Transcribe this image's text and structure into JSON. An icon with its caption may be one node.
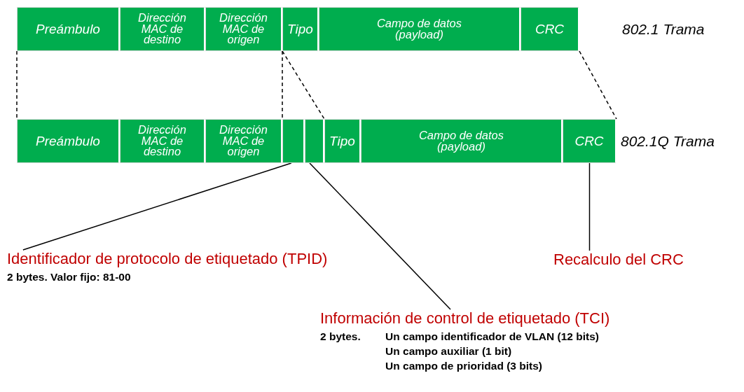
{
  "diagram": {
    "nodes": [
      {
        "text": [
          "Preámbulo"
        ]
      },
      {
        "text": [
          "Dirección MAC de destino"
        ]
      },
      {
        "text": [
          "Dirección MAC de origen"
        ]
      },
      {
        "text": [
          "Tipo"
        ]
      },
      {
        "text": [
          "Campo de datos (payload)"
        ]
      },
      {
        "text": [
          "CRC"
        ]
      },
      {
        "text": [
          "Preámbulo"
        ]
      },
      {
        "text": [
          "Dirección MAC de destino"
        ]
      },
      {
        "text": [
          "Dirección MAC de origen"
        ]
      },
      {
        "text": [],
        "shape": "box"
      },
      {
        "text": [],
        "shape": "box"
      },
      {
        "text": [
          "Tipo"
        ]
      },
      {
        "text": [
          "Campo de datos (payload)"
        ]
      },
      {
        "text": [
          "CRC"
        ]
      },
      {
        "text": [
          "Identificador de protocolo de etiquetado (TPID)",
          "2 bytes. Valor fijo: 81-00"
        ]
      },
      {
        "text": [
          "Información de control de etiquetado (TCI)",
          "2 bytes.",
          "Un campo identificador de VLAN (12 bits)",
          "Un campo auxiliar (1 bit)",
          "Un campo de prioridad (3 bits)"
        ]
      },
      {
        "text": [
          "Recalculo del CRC"
        ]
      }
    ],
    "edges": [
      {
        "from": 0,
        "to": 6,
        "arrow": "none",
        "style": "dashed"
      },
      {
        "from": 3,
        "to": 9,
        "arrow": "none",
        "style": "dashed"
      },
      {
        "from": 3,
        "to": 11,
        "arrow": "none",
        "style": "dashed"
      },
      {
        "from": 5,
        "to": 13,
        "arrow": "none",
        "style": "dashed"
      },
      {
        "from": 9,
        "to": 14,
        "arrow": "none"
      },
      {
        "from": 10,
        "to": 15,
        "arrow": "none"
      },
      {
        "from": 13,
        "to": 16,
        "arrow": "none"
      }
    ],
    "labels": [
      "802.1 Trama",
      "802.1Q Trama"
    ]
  }
}
